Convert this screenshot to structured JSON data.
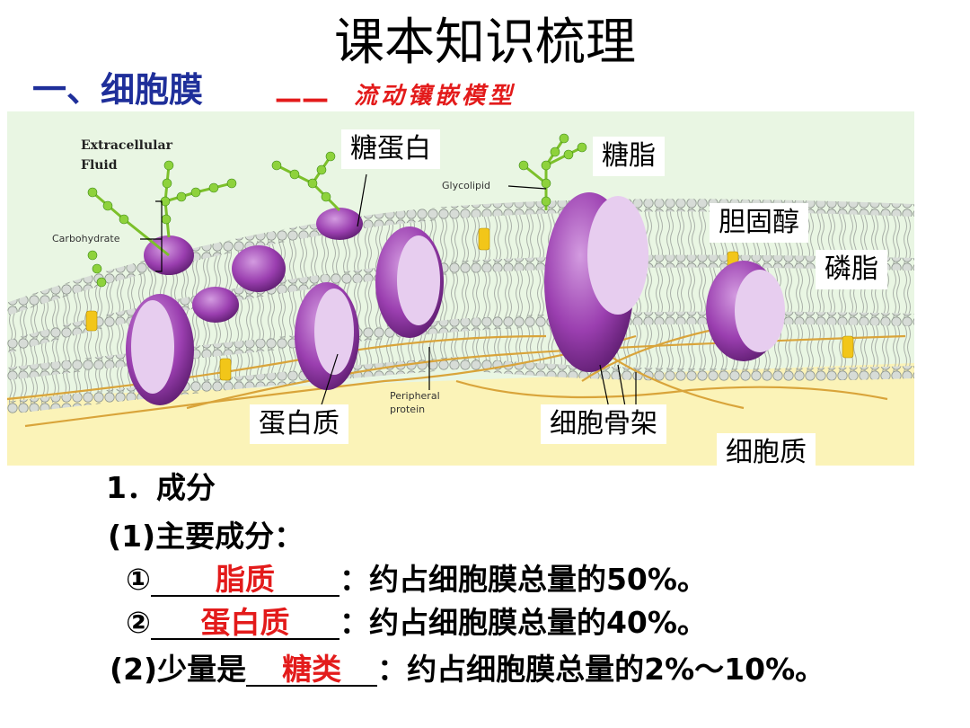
{
  "title": "课本知识梳理",
  "section": {
    "heading": "一、细胞膜",
    "dash": "——",
    "subheading": "流动镶嵌模型"
  },
  "diagram": {
    "small_labels": {
      "extracellular_line1": "Extracellular",
      "extracellular_line2": "Fluid",
      "carbohydrate": "Carbohydrate",
      "glycolipid": "Glycolipid",
      "peripheral_line1": "Peripheral",
      "peripheral_line2": "protein"
    },
    "labels": {
      "glycoprotein": "糖蛋白",
      "glycolipid": "糖脂",
      "cholesterol": "胆固醇",
      "phospholipid": "磷脂",
      "protein": "蛋白质",
      "cytoskeleton": "细胞骨架",
      "cytoplasm": "细胞质"
    },
    "colors": {
      "extracellular_bg": "#e9f6e3",
      "cytoplasm_bg": "#fbf3b8",
      "protein": "#9b3fb0",
      "protein_light": "#e7cdef",
      "carbohydrate": "#8ed23c",
      "cytoskeleton": "#d9a43a",
      "cholesterol": "#f2c619"
    }
  },
  "content": {
    "heading": "1．成分",
    "main_label": "(1)主要成分：",
    "item1": {
      "marker": "①",
      "answer": "脂质",
      "suffix": "：约占细胞膜总量的50%。"
    },
    "item2": {
      "marker": "②",
      "answer": "蛋白质",
      "suffix": "：约占细胞膜总量的40%。"
    },
    "item3": {
      "prefix": "(2)少量是",
      "answer": "糖类",
      "suffix": "：约占细胞膜总量的2%～10%。"
    }
  }
}
